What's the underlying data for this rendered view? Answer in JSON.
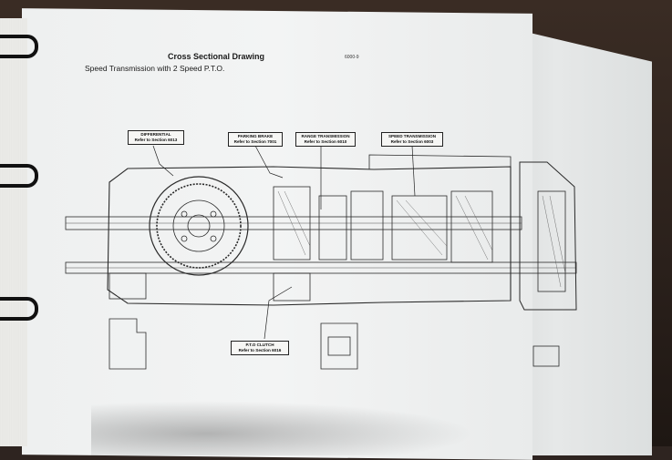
{
  "document": {
    "title": "Cross Sectional Drawing",
    "subtitle": "Speed Transmission with 2  Speed P.T.O.",
    "page_code": "6000-9"
  },
  "callouts": [
    {
      "line1": "DIFFERENTIAL",
      "line2": "Refer to Section 6013"
    },
    {
      "line1": "PARKING BRAKE",
      "line2": "Refer to Section 7001"
    },
    {
      "line1": "RANGE TRANSMISSION",
      "line2": "Refer to Section 6010"
    },
    {
      "line1": "SPEED TRANSMISSION",
      "line2": "Refer to Section 6003"
    },
    {
      "line1": "P.T.O CLUTCH",
      "line2": "Refer to Section 6016"
    }
  ]
}
